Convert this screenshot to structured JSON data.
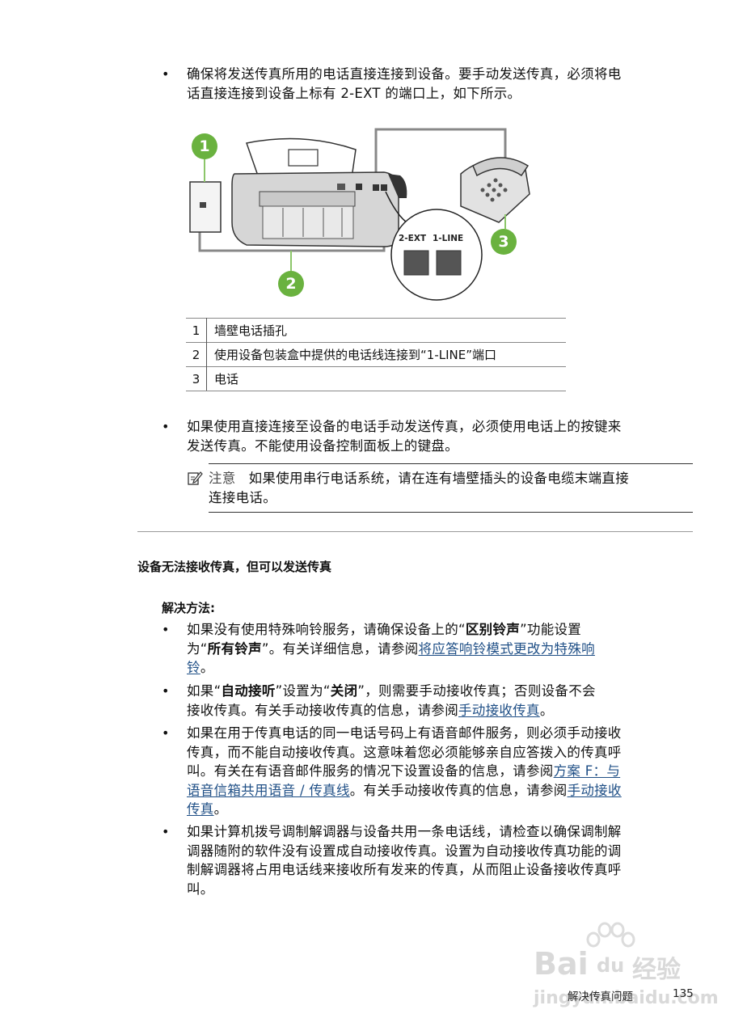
{
  "section1": {
    "bullet_char": "•",
    "bullet1_line1": "确保将发送传真所用的电话直接连接到设备。要手动发送传真，必须将电",
    "bullet1_line2": "话直接连接到设备上标有 2-EXT 的端口上，如下所示。",
    "diagram": {
      "badge1": "1",
      "badge2": "2",
      "badge3": "3",
      "port_label_ext": "2-EXT",
      "port_label_line": "1-LINE",
      "accent_color": "#6ab23f"
    },
    "legend": [
      {
        "num": "1",
        "text": "墙壁电话插孔"
      },
      {
        "num": "2",
        "text": "使用设备包装盒中提供的电话线连接到“1-LINE”端口"
      },
      {
        "num": "3",
        "text": "电话"
      }
    ],
    "bullet2_line1": "如果使用直接连接至设备的电话手动发送传真，必须使用电话上的按键来",
    "bullet2_line2": "发送传真。不能使用设备控制面板上的键盘。",
    "note": {
      "icon": "note-pencil-icon",
      "label": "注意",
      "line1": "如果使用串行电话系统，请在连有墙壁插头的设备电缆末端直接",
      "line2": "连接电话。"
    }
  },
  "section2": {
    "heading": "设备无法接收传真，但可以发送传真",
    "solution_label": "解决方法:",
    "items": [
      {
        "l1": "如果没有使用特殊响铃服务，请确保设备上的“",
        "l1b": "区别铃声",
        "l1c": "”功能设置",
        "l2a": "为“",
        "l2b": "所有铃声",
        "l2c": "”。有关详细信息，请参阅",
        "link1": "将应答响铃模式更改为特殊响",
        "link1b": "铃",
        "l3end": "。"
      },
      {
        "l1a": "如果“",
        "l1b": "自动接听",
        "l1c": "”设置为“",
        "l1d": "关闭",
        "l1e": "”，则需要手动接收传真；否则设备不会",
        "l2a": "接收传真。有关手动接收传真的信息，请参阅",
        "link": "手动接收传真",
        "l2end": "。"
      },
      {
        "l1": "如果在用于传真电话的同一电话号码上有语音邮件服务，则必须手动接收",
        "l2": "传真，而不能自动接收传真。这意味着您必须能够亲自应答拨入的传真呼",
        "l3a": "叫。有关在有语音邮件服务的情况下设置设备的信息，请参阅",
        "link1a": "方案 F：与",
        "link1b": "语音信箱共用语音 / 传真线",
        "l4b": "。有关手动接收传真的信息，请参阅",
        "link2a": "手动接收",
        "link2b": "传真",
        "l5end": "。"
      },
      {
        "l1": "如果计算机拨号调制解调器与设备共用一条电话线，请检查以确保调制解",
        "l2": "调器随附的软件没有设置成自动接收传真。设置为自动接收传真功能的调",
        "l3": "制解调器将占用电话线来接收所有发来的传真，从而阻止设备接收传真呼",
        "l4": "叫。"
      }
    ]
  },
  "footer": {
    "chapter": "解决传真问题",
    "page_number": "135"
  },
  "watermark": {
    "brand": "Bai",
    "brand_du": "du",
    "brand_cn": "经验",
    "url": "jingyan.baidu.com"
  }
}
